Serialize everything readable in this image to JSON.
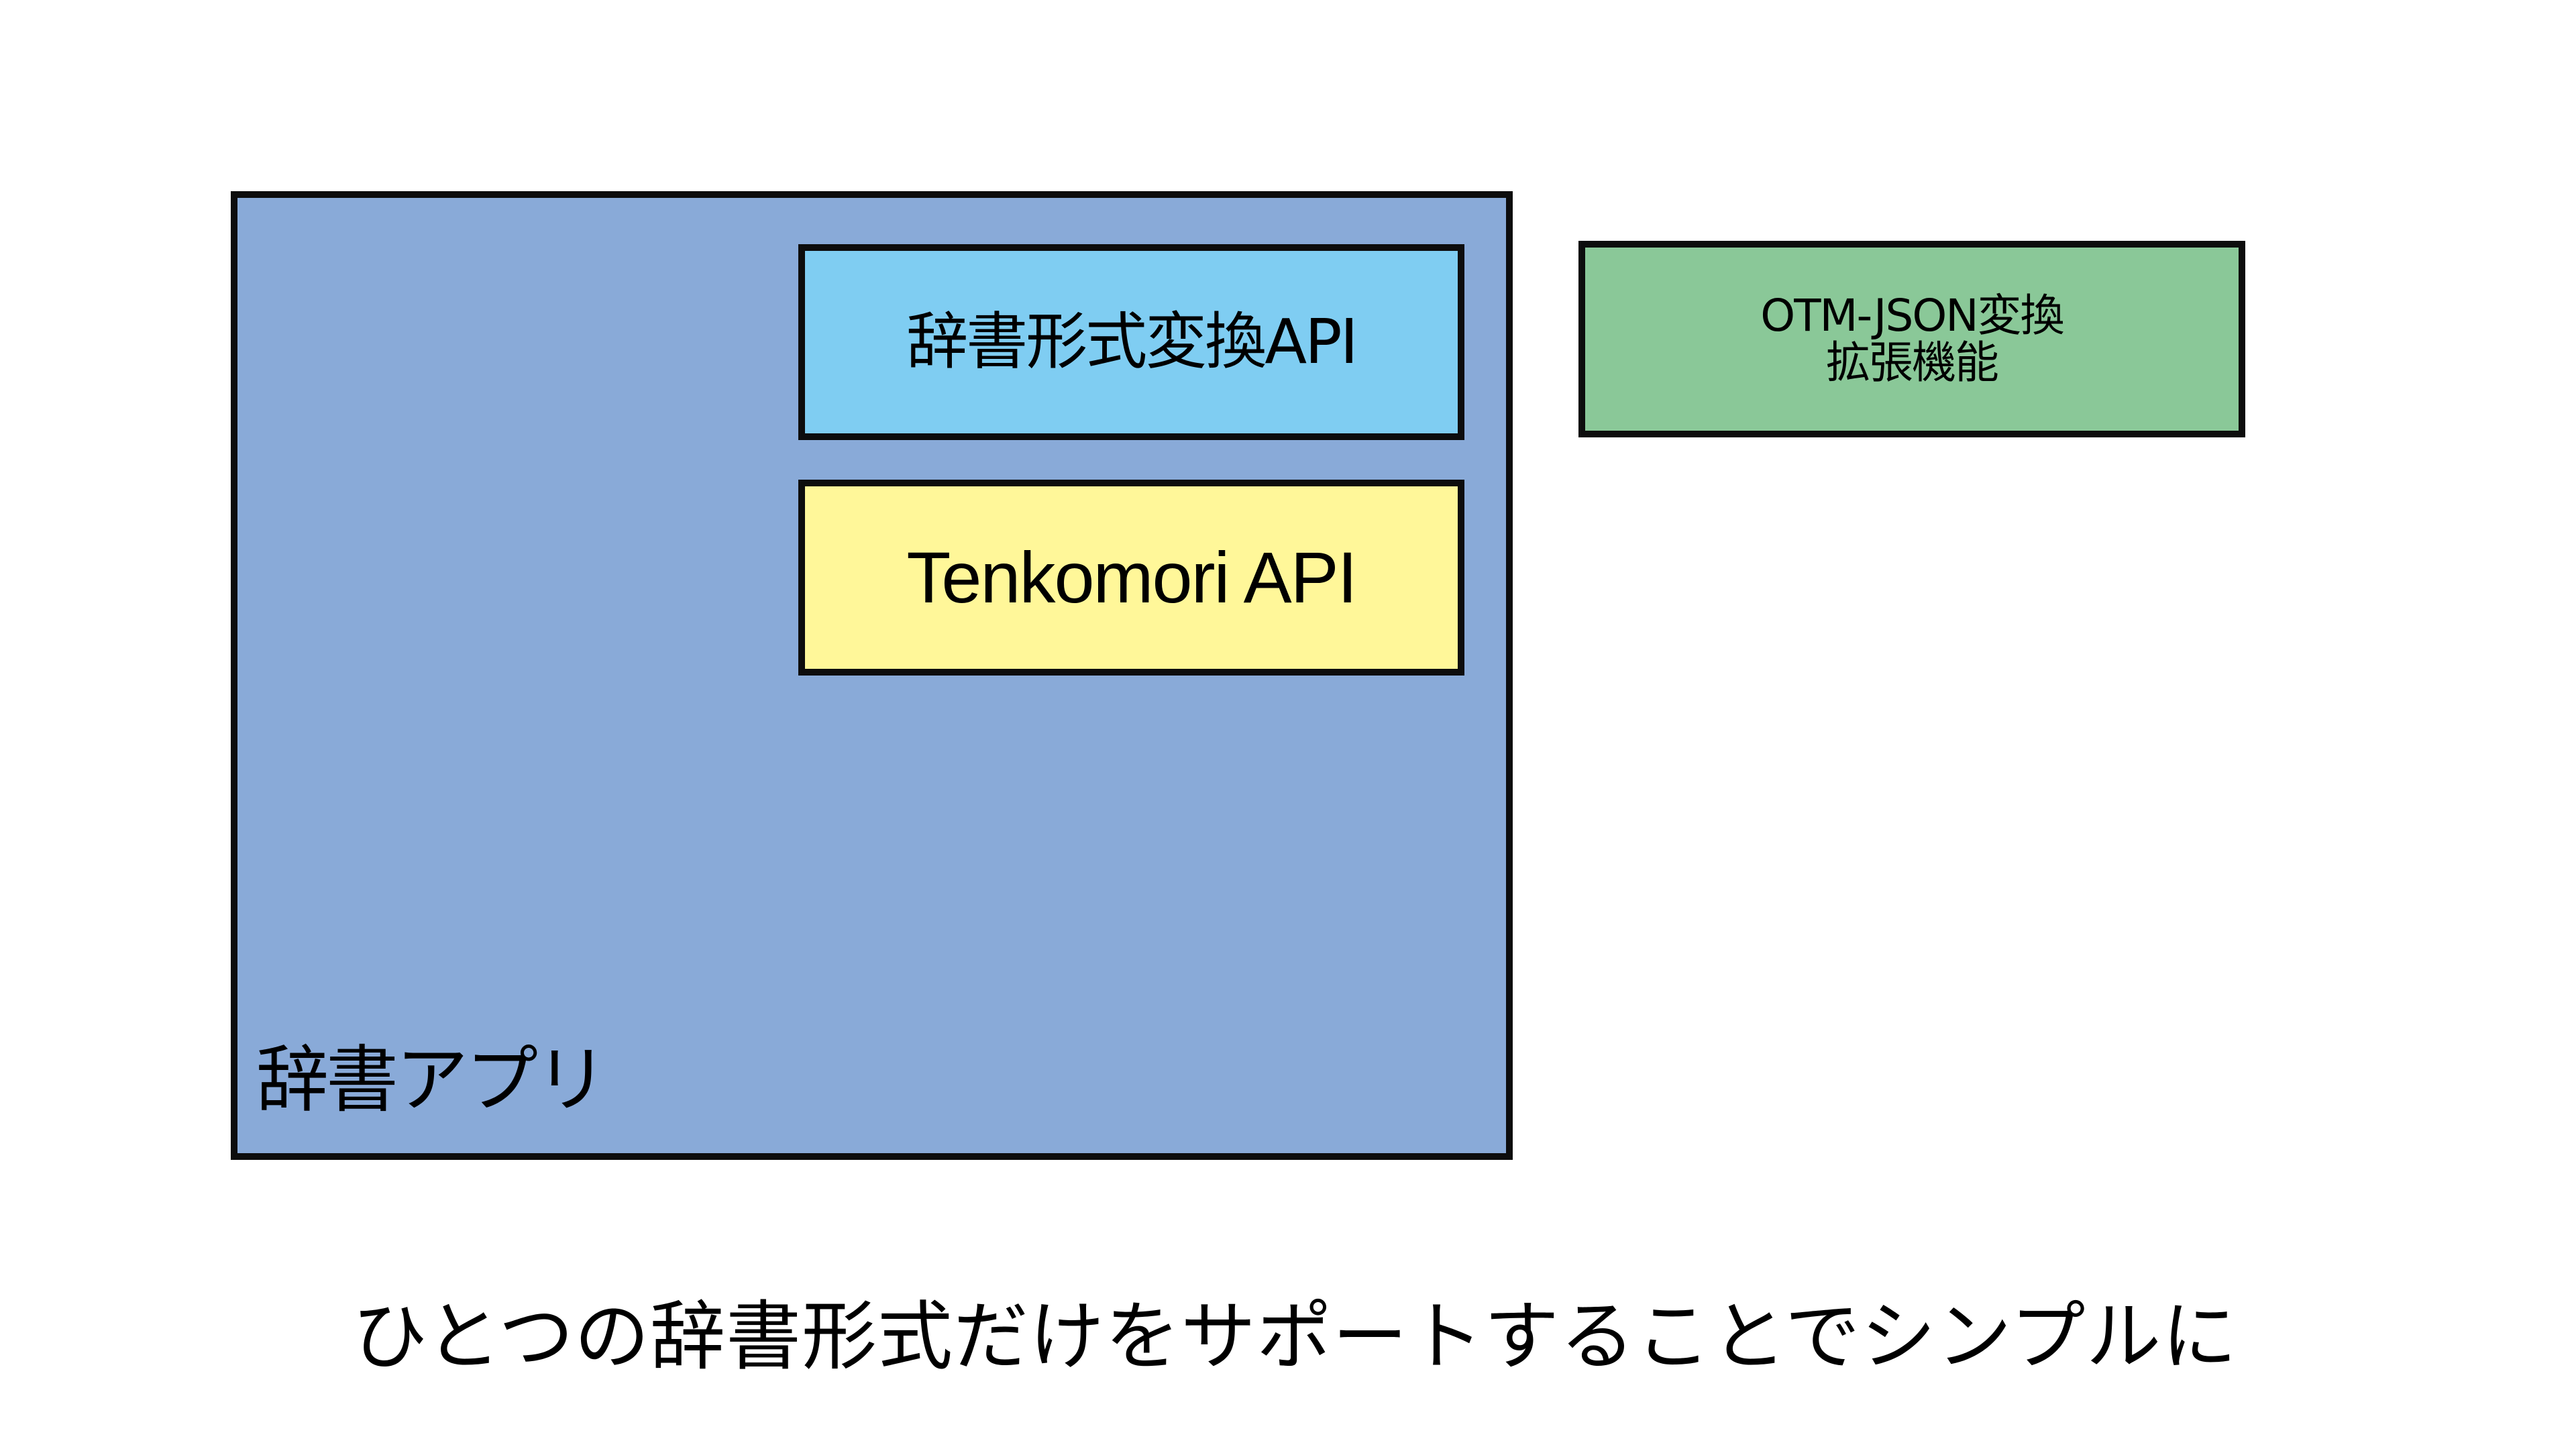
{
  "diagram": {
    "outer_box": {
      "label": "辞書アプリ",
      "color": "#89aad8"
    },
    "inner_boxes": [
      {
        "label": "辞書形式変換API",
        "color": "#7fcdf2"
      },
      {
        "label": "Tenkomori API",
        "color": "#fff799"
      }
    ],
    "side_box": {
      "line1": "OTM-JSON変換",
      "line2": "拡張機能",
      "color": "#8ac898"
    },
    "border_color": "#0d0d0d"
  },
  "caption": "ひとつの辞書形式だけをサポートすることでシンプルに"
}
